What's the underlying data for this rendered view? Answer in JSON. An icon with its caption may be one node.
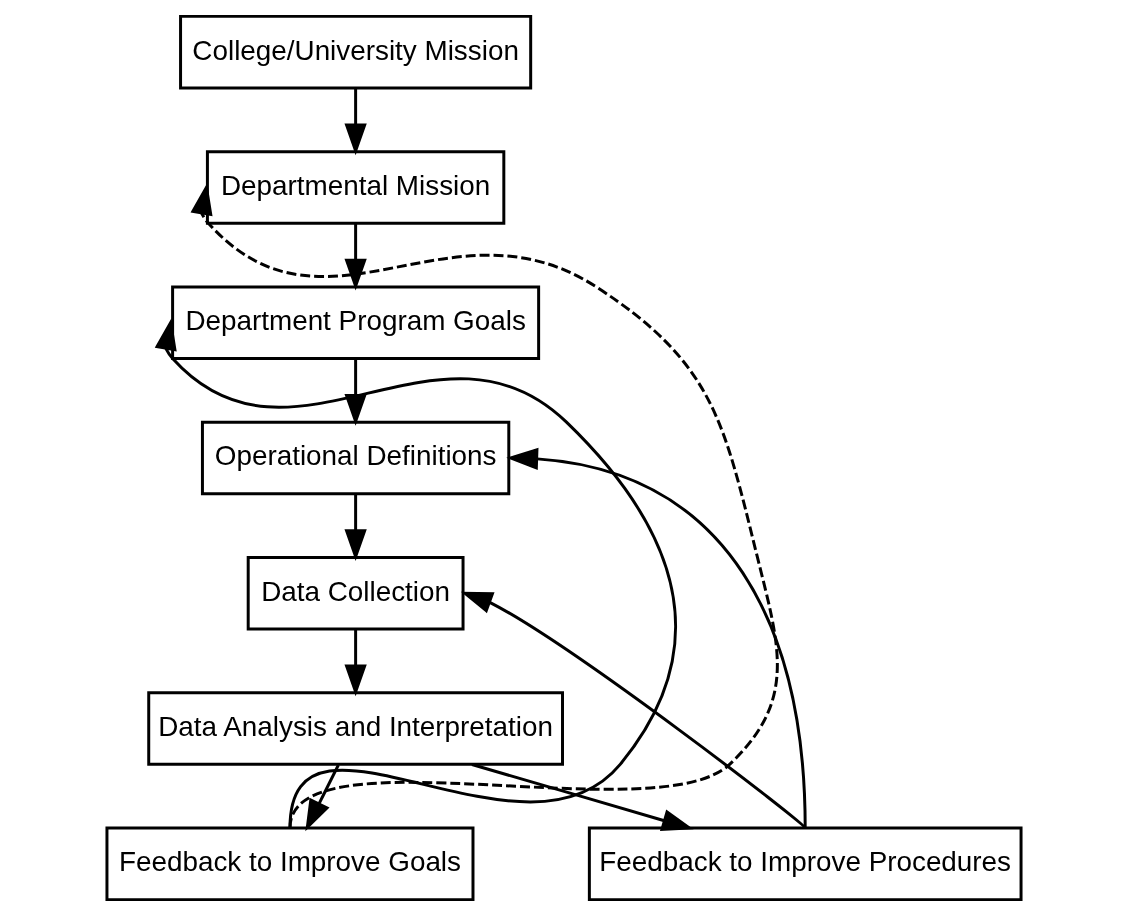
{
  "diagram": {
    "nodes": [
      {
        "text": [
          "College/University Mission"
        ]
      },
      {
        "text": [
          "Departmental Mission"
        ]
      },
      {
        "text": [
          "Department Program Goals"
        ]
      },
      {
        "text": [
          "Operational Definitions"
        ]
      },
      {
        "text": [
          "Data Collection"
        ]
      },
      {
        "text": [
          "Data Analysis and Interpretation"
        ]
      },
      {
        "text": [
          "Feedback to Improve Goals"
        ]
      },
      {
        "text": [
          "Feedback to Improve Procedures"
        ]
      }
    ],
    "edges": [
      {
        "from": 0,
        "to": 1,
        "arrow": "to"
      },
      {
        "from": 1,
        "to": 2,
        "arrow": "to"
      },
      {
        "from": 2,
        "to": 3,
        "arrow": "to"
      },
      {
        "from": 3,
        "to": 4,
        "arrow": "to"
      },
      {
        "from": 4,
        "to": 5,
        "arrow": "to"
      },
      {
        "from": 5,
        "to": 6,
        "arrow": "to"
      },
      {
        "from": 5,
        "to": 7,
        "arrow": "to"
      },
      {
        "from": 6,
        "to": 1,
        "arrow": "to",
        "style": "dashed"
      },
      {
        "from": 6,
        "to": 2,
        "arrow": "to"
      },
      {
        "from": 7,
        "to": 4,
        "arrow": "to"
      },
      {
        "from": 7,
        "to": 3,
        "arrow": "to"
      }
    ]
  }
}
